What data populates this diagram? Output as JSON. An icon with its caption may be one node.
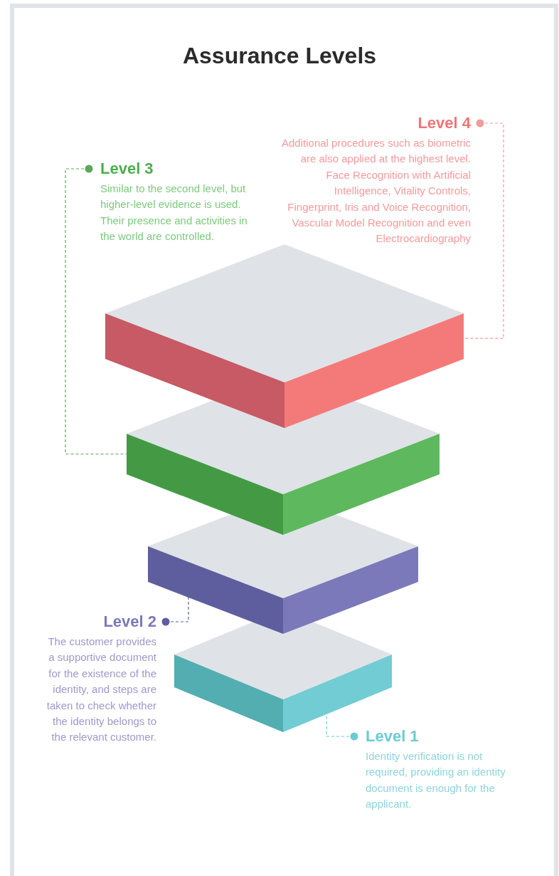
{
  "diagram": {
    "title": "Assurance Levels",
    "nodes": [
      {
        "text": [
          "Level 4",
          "Additional procedures such as biometric are also applied at the highest level. Face Recognition with Artificial Intelligence, Vitality Controls, Fingerprint, Iris and Voice Recognition, Vascular Model Recognition and even Electrocardiography"
        ]
      },
      {
        "text": [
          "Level 3",
          "Similar to the second level, but higher-level evidence is used. Their presence and activities in the world are controlled."
        ]
      },
      {
        "text": [],
        "shape": "box"
      },
      {
        "text": [],
        "shape": "box"
      },
      {
        "text": [],
        "shape": "box"
      },
      {
        "text": [
          "Level 2",
          "The customer provides a supportive document for the existence of the identity, and steps are taken to check whether the identity belongs to the relevant customer."
        ]
      },
      {
        "text": [],
        "shape": "box"
      },
      {
        "text": [
          "Level 1",
          "Identity verification is not required, providing an identity document is enough for the applicant."
        ]
      }
    ],
    "edges": [
      {
        "from": 0,
        "to": 2,
        "arrow": "other",
        "style": "dashed",
        "color": "#f49a9a"
      },
      {
        "from": 1,
        "to": 3,
        "arrow": "other",
        "style": "dashed",
        "color": "#5aa85a"
      },
      {
        "from": 5,
        "to": 4,
        "arrow": "other",
        "style": "dashed",
        "color": "#5e5e9e"
      },
      {
        "from": 7,
        "to": 6,
        "arrow": "other",
        "style": "dashed",
        "color": "#6ccbd4"
      }
    ]
  }
}
